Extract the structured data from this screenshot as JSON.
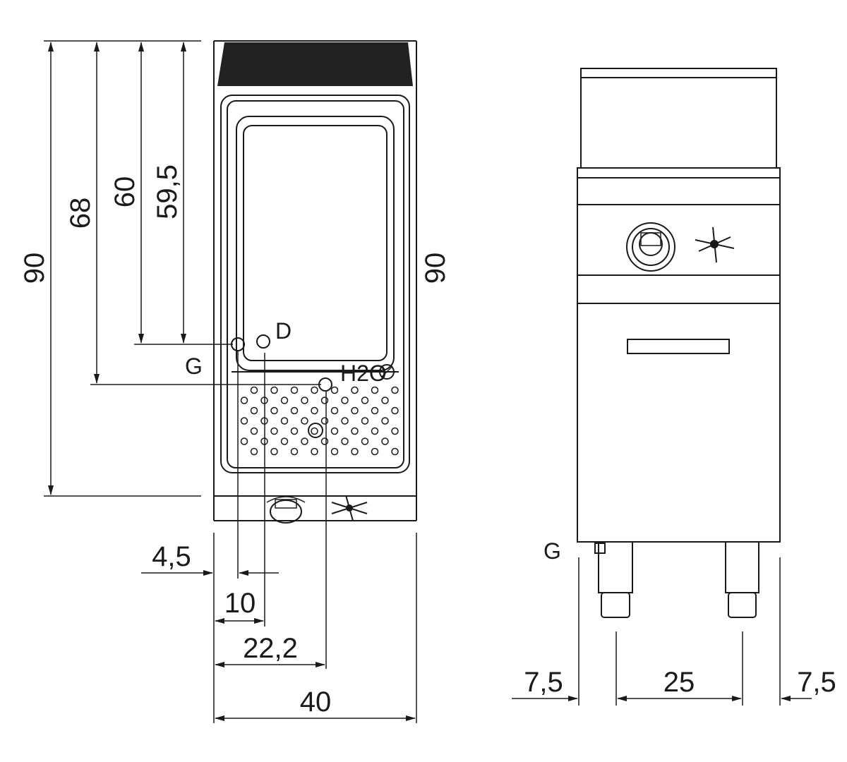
{
  "front_view": {
    "dims": {
      "height_total": "90",
      "height_drain": "68",
      "height_gas": "60",
      "height_d": "59,5",
      "height_right": "90",
      "offset_g": "4,5",
      "offset_d": "10",
      "offset_h2o": "22,2",
      "width": "40"
    },
    "labels": {
      "d": "D",
      "g": "G",
      "h2o": "H2O"
    }
  },
  "side_view": {
    "dims": {
      "left": "7,5",
      "middle": "25",
      "right": "7,5"
    },
    "labels": {
      "g": "G"
    }
  },
  "colors": {
    "line": "#1a1a1a",
    "fill": "#222222"
  }
}
